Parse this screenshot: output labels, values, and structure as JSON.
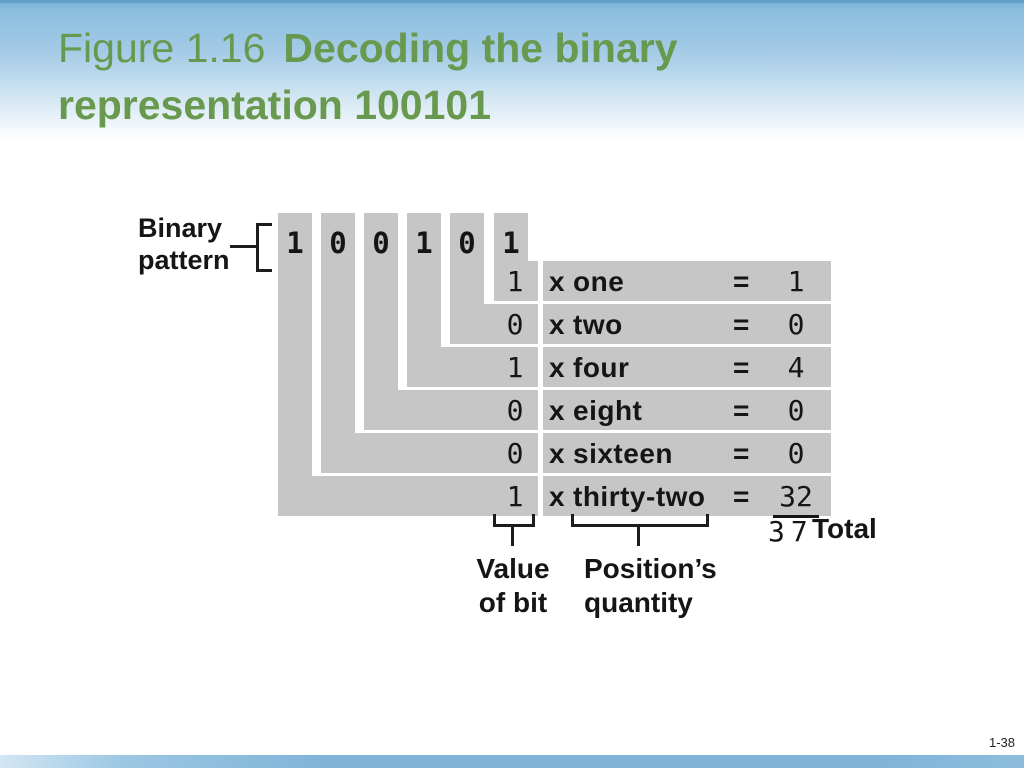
{
  "title": {
    "figure_label": "Figure 1.16",
    "line1_bold": "Decoding the binary",
    "line2_bold": "representation 100101"
  },
  "page_number": "1-38",
  "figure": {
    "pattern_label": {
      "line1": "Binary",
      "line2": "pattern"
    },
    "bits": [
      "1",
      "0",
      "0",
      "1",
      "0",
      "1"
    ],
    "rows": [
      {
        "bit": "1",
        "op": "x",
        "position": "one",
        "eq": "=",
        "result": "1"
      },
      {
        "bit": "0",
        "op": "x",
        "position": "two",
        "eq": "=",
        "result": "0"
      },
      {
        "bit": "1",
        "op": "x",
        "position": "four",
        "eq": "=",
        "result": "4"
      },
      {
        "bit": "0",
        "op": "x",
        "position": "eight",
        "eq": "=",
        "result": "0"
      },
      {
        "bit": "0",
        "op": "x",
        "position": "sixteen",
        "eq": "=",
        "result": "0"
      },
      {
        "bit": "1",
        "op": "x",
        "position": "thirty-two",
        "eq": "=",
        "result": "32"
      }
    ],
    "value_of_bit_label": {
      "line1": "Value",
      "line2": "of bit"
    },
    "position_quantity_label": {
      "line1": "Position’s",
      "line2": "quantity"
    },
    "total_value": "37",
    "total_label": "Total"
  },
  "colors": {
    "title_green": "#68994f",
    "figure_gray": "#c6c6c6",
    "top_blue": "#7fb4d8",
    "figure_text": "#151515"
  }
}
